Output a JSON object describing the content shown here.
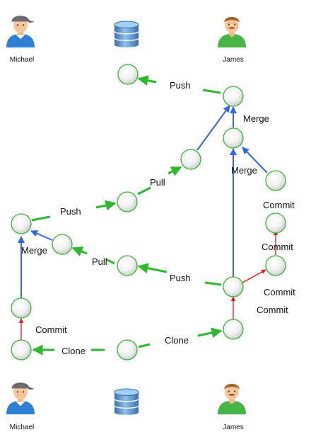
{
  "actors": {
    "top_left": "Michael",
    "top_right": "James",
    "bottom_left": "Michael",
    "bottom_right": "James"
  },
  "labels": {
    "push_top": "Push",
    "merge_right_top": "Merge",
    "merge_right_mid": "Merge",
    "pull_mid": "Pull",
    "commit_r1": "Commit",
    "push_left": "Push",
    "commit_r2": "Commit",
    "merge_left": "Merge",
    "pull_left": "Pull",
    "push_mid": "Push",
    "commit_r3": "Commit",
    "commit_r4": "Commit",
    "commit_left": "Commit",
    "clone_right": "Clone",
    "clone_left": "Clone"
  },
  "icons": {
    "top_left_actor": "male-user-blue-icon",
    "top_db": "database-icon",
    "top_right_actor": "male-user-green-icon",
    "bottom_left_actor": "male-user-blue-icon",
    "bottom_db": "database-icon",
    "bottom_right_actor": "male-user-green-icon"
  },
  "colors": {
    "transfer_arrow": "#2db82d",
    "merge_arrow": "#3366ee",
    "commit_arrow": "#ee1111",
    "node_stroke": "#35b535"
  }
}
